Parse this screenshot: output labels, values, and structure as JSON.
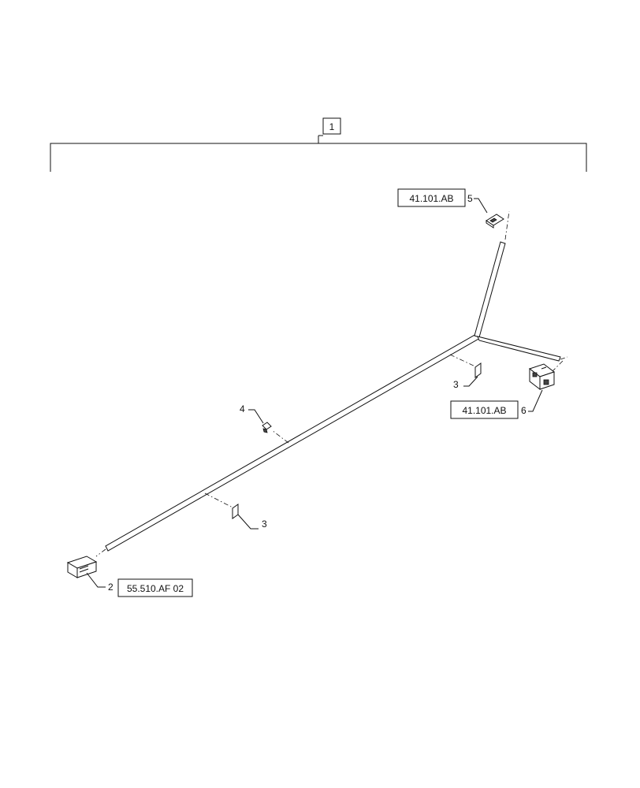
{
  "assembly": {
    "item_number": "1"
  },
  "callouts": {
    "item2": {
      "number": "2",
      "ref": "55.510.AF 02"
    },
    "item3_upper": {
      "number": "3"
    },
    "item3_lower": {
      "number": "3"
    },
    "item4": {
      "number": "4"
    },
    "item5": {
      "number": "5",
      "ref": "41.101.AB"
    },
    "item6": {
      "number": "6",
      "ref": "41.101.AB"
    }
  },
  "colors": {
    "line": "#111111",
    "background": "#ffffff"
  }
}
